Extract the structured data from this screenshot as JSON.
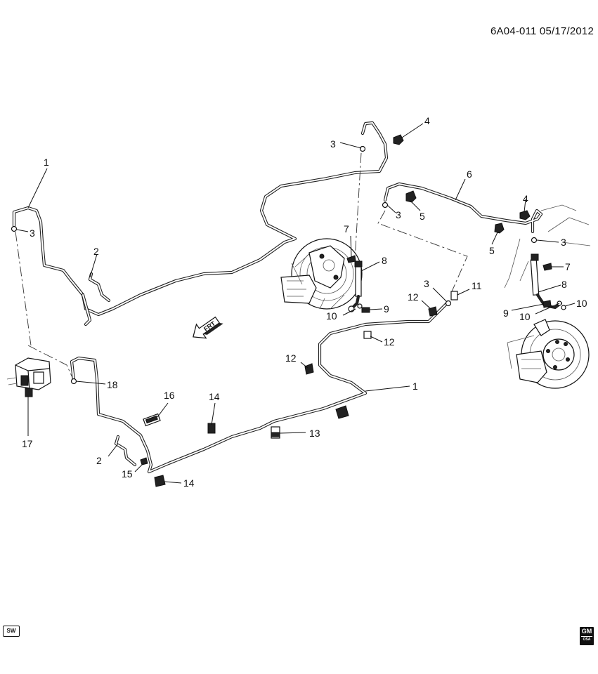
{
  "header": {
    "diagram_id": "6A04-011 05/17/2012"
  },
  "callouts": {
    "c1a": "1",
    "c1b": "1",
    "c2a": "2",
    "c2b": "2",
    "c3a": "3",
    "c3b": "3",
    "c3c": "3",
    "c3d": "3",
    "c3e": "3",
    "c4a": "4",
    "c4b": "4",
    "c5a": "5",
    "c5b": "5",
    "c6": "6",
    "c7a": "7",
    "c7b": "7",
    "c8a": "8",
    "c8b": "8",
    "c9a": "9",
    "c9b": "9",
    "c10a": "10",
    "c10b": "10",
    "c10c": "10",
    "c11": "11",
    "c12a": "12",
    "c12b": "12",
    "c12c": "12",
    "c13": "13",
    "c14a": "14",
    "c14b": "14",
    "c15": "15",
    "c16": "16",
    "c17": "17",
    "c18": "18"
  },
  "direction_arrow": {
    "label": "FRT"
  },
  "footer": {
    "left_badge": "SW",
    "brand": "GM",
    "brand_sub": "OSA"
  }
}
